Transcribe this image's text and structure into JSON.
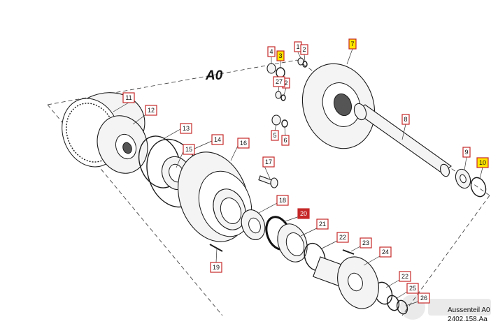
{
  "diagram": {
    "group_label": "A0",
    "caption_line1": "Aussenteil A0",
    "caption_line2": "2402.158.Aa",
    "callouts": [
      {
        "id": "c1",
        "text": "1",
        "style": "plain"
      },
      {
        "id": "c2a",
        "text": "2",
        "style": "plain"
      },
      {
        "id": "c2b",
        "text": "2",
        "style": "plain"
      },
      {
        "id": "c3",
        "text": "3",
        "style": "yellow"
      },
      {
        "id": "c4",
        "text": "4",
        "style": "plain"
      },
      {
        "id": "c5",
        "text": "5",
        "style": "plain"
      },
      {
        "id": "c6",
        "text": "6",
        "style": "plain"
      },
      {
        "id": "c7",
        "text": "7",
        "style": "yellow"
      },
      {
        "id": "c8",
        "text": "8",
        "style": "plain"
      },
      {
        "id": "c9",
        "text": "9",
        "style": "plain"
      },
      {
        "id": "c10",
        "text": "10",
        "style": "yellow"
      },
      {
        "id": "c11",
        "text": "11",
        "style": "plain"
      },
      {
        "id": "c12",
        "text": "12",
        "style": "plain"
      },
      {
        "id": "c13",
        "text": "13",
        "style": "plain"
      },
      {
        "id": "c14",
        "text": "14",
        "style": "plain"
      },
      {
        "id": "c15",
        "text": "15",
        "style": "plain"
      },
      {
        "id": "c16",
        "text": "16",
        "style": "plain"
      },
      {
        "id": "c17",
        "text": "17",
        "style": "plain"
      },
      {
        "id": "c18",
        "text": "18",
        "style": "plain"
      },
      {
        "id": "c19",
        "text": "19",
        "style": "plain"
      },
      {
        "id": "c20",
        "text": "20",
        "style": "red"
      },
      {
        "id": "c21",
        "text": "21",
        "style": "plain"
      },
      {
        "id": "c22a",
        "text": "22",
        "style": "plain"
      },
      {
        "id": "c22b",
        "text": "22",
        "style": "plain"
      },
      {
        "id": "c23",
        "text": "23",
        "style": "plain"
      },
      {
        "id": "c24",
        "text": "24",
        "style": "plain"
      },
      {
        "id": "c25",
        "text": "25",
        "style": "plain"
      },
      {
        "id": "c26",
        "text": "26",
        "style": "plain"
      },
      {
        "id": "c27",
        "text": "27",
        "style": "plain"
      }
    ]
  }
}
